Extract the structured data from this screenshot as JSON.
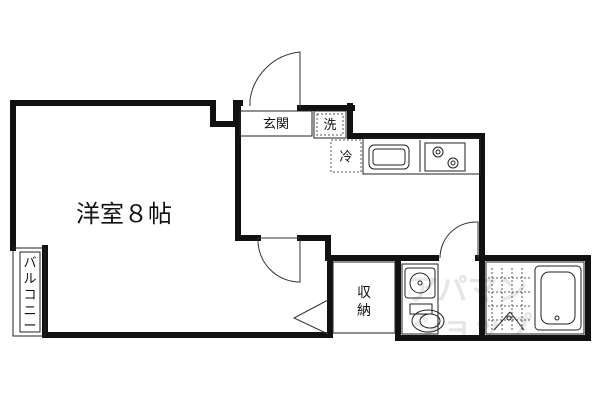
{
  "rooms": {
    "western_room": "洋室８帖",
    "entrance": "玄関",
    "washer": "洗",
    "fridge": "冷",
    "storage_line1": "収",
    "storage_line2": "納",
    "balcony_chars": [
      "バ",
      "ル",
      "コ",
      "ニ",
      "ー"
    ]
  },
  "watermark": {
    "line1": "アパマン",
    "line2": "ショップ"
  }
}
